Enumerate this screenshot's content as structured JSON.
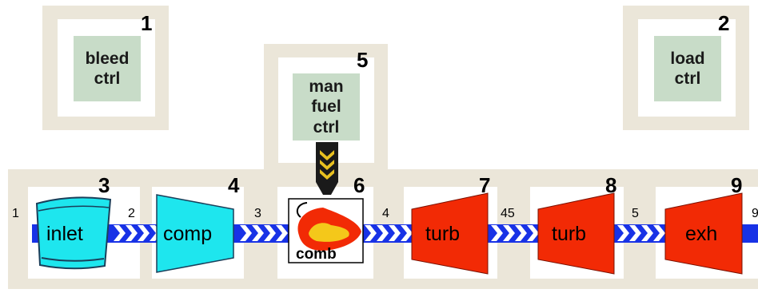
{
  "controls": {
    "bleed": {
      "number": "1",
      "lines": [
        "bleed",
        "ctrl"
      ]
    },
    "load": {
      "number": "2",
      "lines": [
        "load",
        "ctrl"
      ]
    },
    "fuel": {
      "number": "5",
      "lines": [
        "man",
        "fuel",
        "ctrl"
      ]
    }
  },
  "components": {
    "inlet": {
      "number": "3",
      "label": "inlet"
    },
    "comp": {
      "number": "4",
      "label": "comp"
    },
    "comb": {
      "number": "6",
      "label": "comb"
    },
    "turb1": {
      "number": "7",
      "label": "turb"
    },
    "turb2": {
      "number": "8",
      "label": "turb"
    },
    "exh": {
      "number": "9",
      "label": "exh"
    }
  },
  "stations": {
    "s1": "1",
    "s2": "2",
    "s3": "3",
    "s4": "4",
    "s45": "45",
    "s5": "5",
    "s9": "9"
  },
  "colors": {
    "panel": "#ebe6d9",
    "control_box": "#c8dcc8",
    "inlet_comp": "#1ee6ee",
    "turbine": "#f22a05",
    "flow_arrow": "#1832e6",
    "fuel_line": "#1a1a1a",
    "fuel_chevron": "#e8c020"
  }
}
